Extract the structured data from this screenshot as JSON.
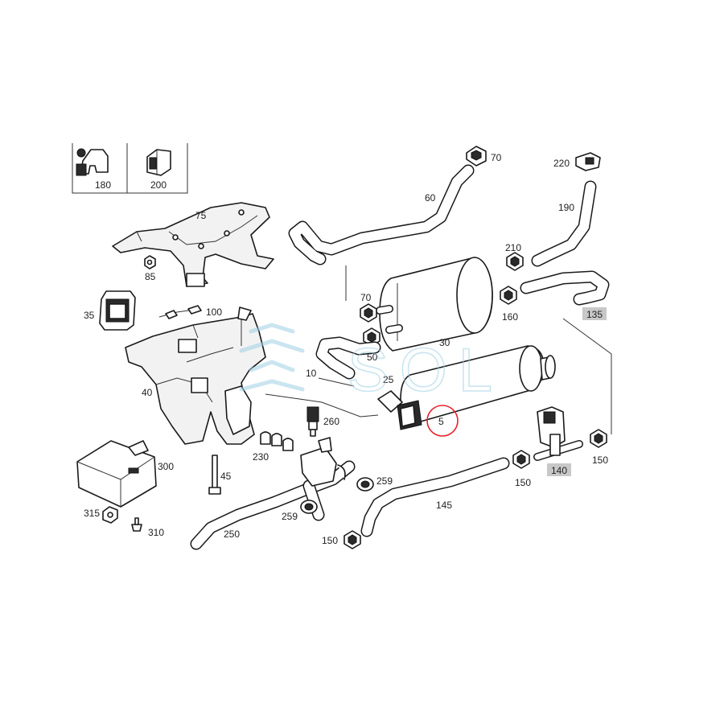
{
  "callouts": {
    "p180": "180",
    "p200": "200",
    "p75": "75",
    "p85": "85",
    "p35": "35",
    "p100": "100",
    "p40": "40",
    "p300": "300",
    "p315": "315",
    "p310": "310",
    "p45": "45",
    "p230": "230",
    "p260": "260",
    "p250": "250",
    "p259a": "259",
    "p259b": "259",
    "p10": "10",
    "p70a": "70",
    "p70b": "70",
    "p60": "60",
    "p50": "50",
    "p25": "25",
    "p30": "30",
    "p5": "5",
    "p220": "220",
    "p190": "190",
    "p210": "210",
    "p160": "160",
    "p135": "135",
    "p140": "140",
    "p150a": "150",
    "p150b": "150",
    "p150c": "150",
    "p145": "145"
  },
  "watermark": {
    "text": "SOL"
  },
  "colors": {
    "highlight_circle": "#e8202a",
    "callout_box": "#c8c8c8",
    "watermark": "#9fd0e4"
  }
}
